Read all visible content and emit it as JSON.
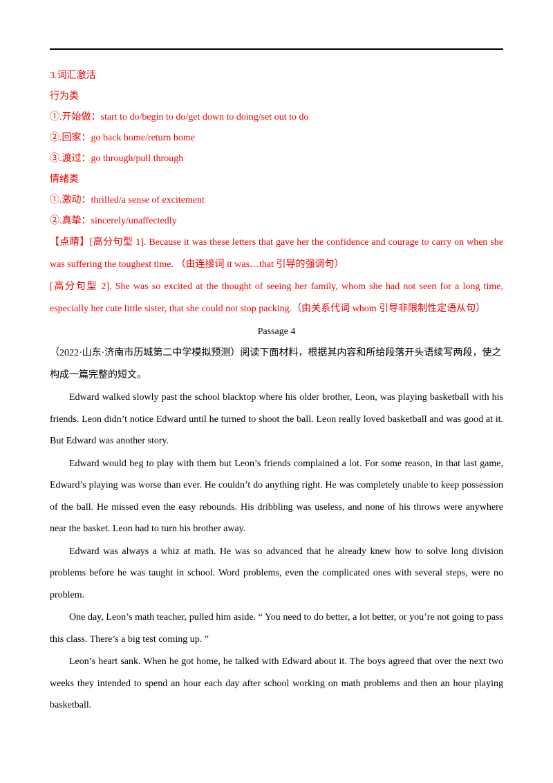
{
  "vocab": {
    "heading": "3.词汇激活",
    "cat1": "行为类",
    "cat1_items": [
      "①.开始做：start to do/begin to do/get down to doing/set out to do",
      "②.回家：go back home/return home",
      "③.渡过：go through/pull through"
    ],
    "cat2": "情绪类",
    "cat2_items": [
      "①.激动：thrilled/a sense of excitement",
      "②.真挚：sincerely/unaffectedly"
    ]
  },
  "tips": {
    "tip1": "【点睛】[高分句型 1]. Because it was these letters that gave her the confidence and courage to carry on when she was suffering the toughest time. （由连接词 it was…that 引导的强调句）",
    "tip2": "[高分句型 2]. She was so excited at the thought of seeing her family, whom she had not seen for a long time, especially her cute little sister, that she could not stop packing.（由关系代词 whom 引导非限制性定语从句）"
  },
  "passage": {
    "title": "Passage 4",
    "intro": "（2022·山东·济南市历城第二中学模拟预测）阅读下面材料，根据其内容和所给段落开头语续写两段，使之构成一篇完整的短文。",
    "paragraphs": [
      "Edward walked slowly past the school blacktop where his older brother, Leon, was playing basketball with his friends. Leon didn’t notice Edward until he turned to shoot the ball. Leon really loved basketball and was good at it. But Edward was another story.",
      "Edward would beg to play with them but Leon’s friends complained a lot. For some reason, in that last game, Edward’s playing was worse than ever. He couldn’t do anything right. He was completely unable to keep possession of the ball. He missed even the easy rebounds. His dribbling was useless, and none of his throws were anywhere near the basket. Leon had to turn his brother away.",
      "Edward was always a whiz at math. He was so advanced that he already knew how to solve long division problems before he was taught in school. Word problems, even the complicated ones with several steps, were no problem.",
      "One day, Leon’s math teacher, pulled him aside. “ You need to do better, a lot better, or you’re not going to pass this class. There’s a big test coming up. ”",
      "Leon’s heart sank. When he got home, he talked with Edward about it. The boys agreed that over the next two weeks they intended to spend an hour each day after school working on math problems and then an hour playing basketball."
    ]
  }
}
